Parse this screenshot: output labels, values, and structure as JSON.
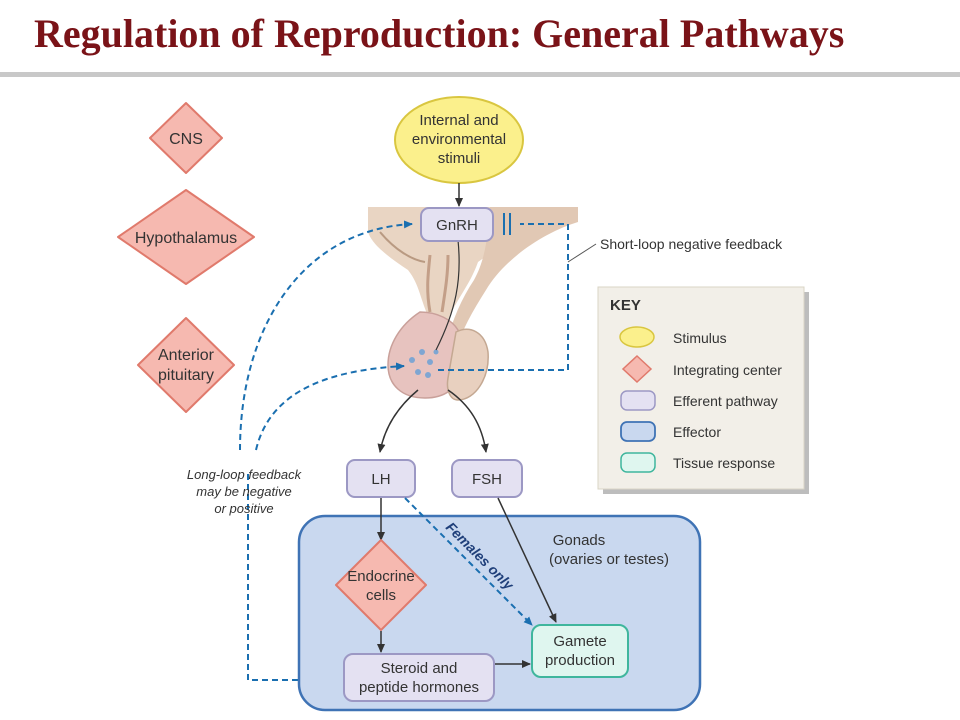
{
  "title": "Regulation of Reproduction: General Pathways",
  "legend_shapes": {
    "cns": "CNS",
    "hypothalamus": "Hypothalamus",
    "anterior_pituitary": [
      "Anterior",
      "pituitary"
    ]
  },
  "nodes": {
    "stimuli": [
      "Internal and",
      "environmental",
      "stimuli"
    ],
    "gnrh": "GnRH",
    "lh": "LH",
    "fsh": "FSH",
    "endocrine": [
      "Endocrine",
      "cells"
    ],
    "steroid": [
      "Steroid and",
      "peptide hormones"
    ],
    "gamete": [
      "Gamete",
      "production"
    ]
  },
  "labels": {
    "short_loop": "Short-loop negative feedback",
    "long_loop": [
      "Long-loop feedback",
      "may be negative",
      "or positive"
    ],
    "gonads": [
      "Gonads",
      "(ovaries or testes)"
    ],
    "females_only": "Females only"
  },
  "key": {
    "heading": "KEY",
    "items": [
      "Stimulus",
      "Integrating center",
      "Efferent pathway",
      "Effector",
      "Tissue response"
    ]
  },
  "colors": {
    "title": "#7a1318",
    "integrating": "#f6b9b0",
    "integrating_stroke": "#e07a6c",
    "efferent": "#e4e1f2",
    "efferent_stroke": "#9c98c4",
    "stimulus": "#fbf08c",
    "effector_area": "#c9d8ef",
    "effector_stroke": "#3f73b5",
    "tissue": "#dff6ef",
    "tissue_stroke": "#3fb69d",
    "feedback": "#1a6fb0"
  }
}
